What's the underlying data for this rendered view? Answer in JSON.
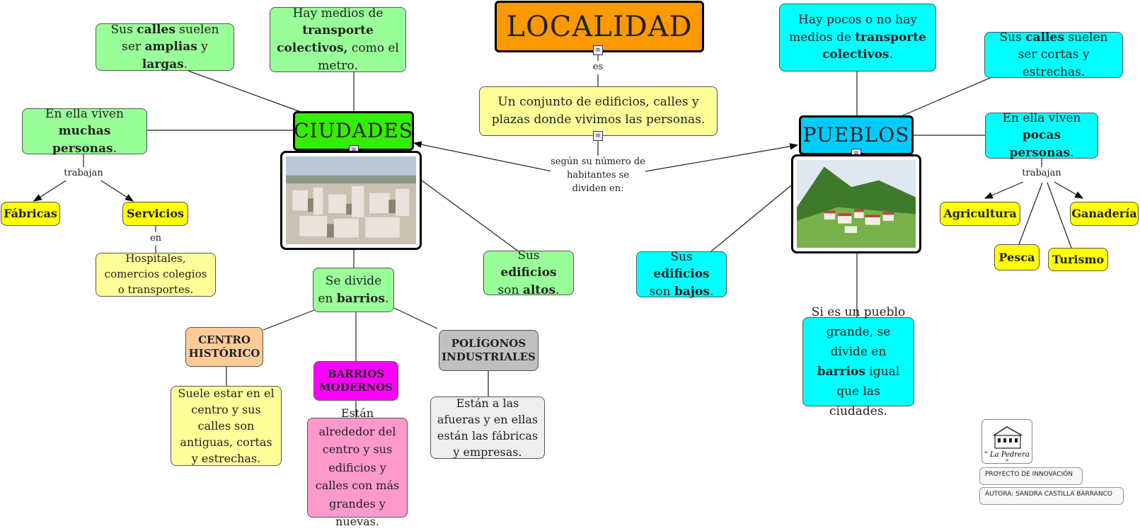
{
  "title": "LOCALIDAD",
  "link_es": "es",
  "definition": "Un conjunto de edificios, calles y plazas donde vivimos las personas.",
  "link_divide": "según su número de habitantes se dividen en:",
  "ciudades": {
    "title": "CIUDADES",
    "calles": [
      "Sus ",
      "calles",
      " suelen ser ",
      "amplias",
      " y ",
      "largas",
      "."
    ],
    "transporte": [
      "Hay medios de ",
      "transporte colectivos,",
      " como el metro."
    ],
    "personas": [
      "En ella viven ",
      "muchas personas",
      "."
    ],
    "link_trabajan": "trabajan",
    "fabricas": "Fábricas",
    "servicios": "Servicios",
    "link_en": "en",
    "servicios_detail": "Hospitales, comercios colegios o transportes.",
    "edificios": [
      "Sus ",
      "edificios",
      " son ",
      "altos",
      "."
    ],
    "barrios": [
      "Se divide en ",
      "barrios",
      "."
    ],
    "centro": {
      "title": "CENTRO HISTÓRICO",
      "detail": "Suele estar en el centro y sus calles son antiguas, cortas y estrechas."
    },
    "modernos": {
      "title": "BARRIOS MODERNOS",
      "detail": "Están alrededor del centro y sus edificios y calles con más grandes y nuevas."
    },
    "poligonos": {
      "title": "POLÍGONOS INDUSTRIALES",
      "detail": "Están a las afueras y en ellas están las fábricas y empresas."
    }
  },
  "pueblos": {
    "title": "PUEBLOS",
    "transporte": [
      "Hay pocos o no hay medios de ",
      "transporte colectivos",
      "."
    ],
    "calles": [
      "Sus ",
      "calles",
      " suelen ser cortas y estrechas."
    ],
    "personas": [
      "En ella viven ",
      "pocas personas",
      "."
    ],
    "link_trabajan": "trabajan",
    "agricultura": "Agricultura",
    "ganaderia": "Ganadería",
    "pesca": "Pesca",
    "turismo": "Turismo",
    "edificios": [
      "Sus ",
      "edificios",
      " son ",
      "bajos",
      "."
    ],
    "grande": [
      "Si es un pueblo grande, se divide en ",
      "barrios",
      " igual que las ciudades."
    ]
  },
  "logo_text": "\" La Pedrera \"",
  "credit_project": "PROYECTO DE INNOVACIÓN",
  "credit_author": "AUTORA: SANDRA CASTILLA BARRANCO",
  "colors": {
    "title": "#ff9900",
    "ciudades": "#33ee00",
    "pueblos": "#00ccff",
    "green": "#99ff99",
    "cyan": "#00ffff",
    "pale_yellow": "#ffff99",
    "yellow": "#ffff00",
    "orange_light": "#ffcc99",
    "magenta": "#ff00ff",
    "gray": "#c0c0c0",
    "pink": "#ff99cc",
    "light_gray": "#eeeeee"
  }
}
